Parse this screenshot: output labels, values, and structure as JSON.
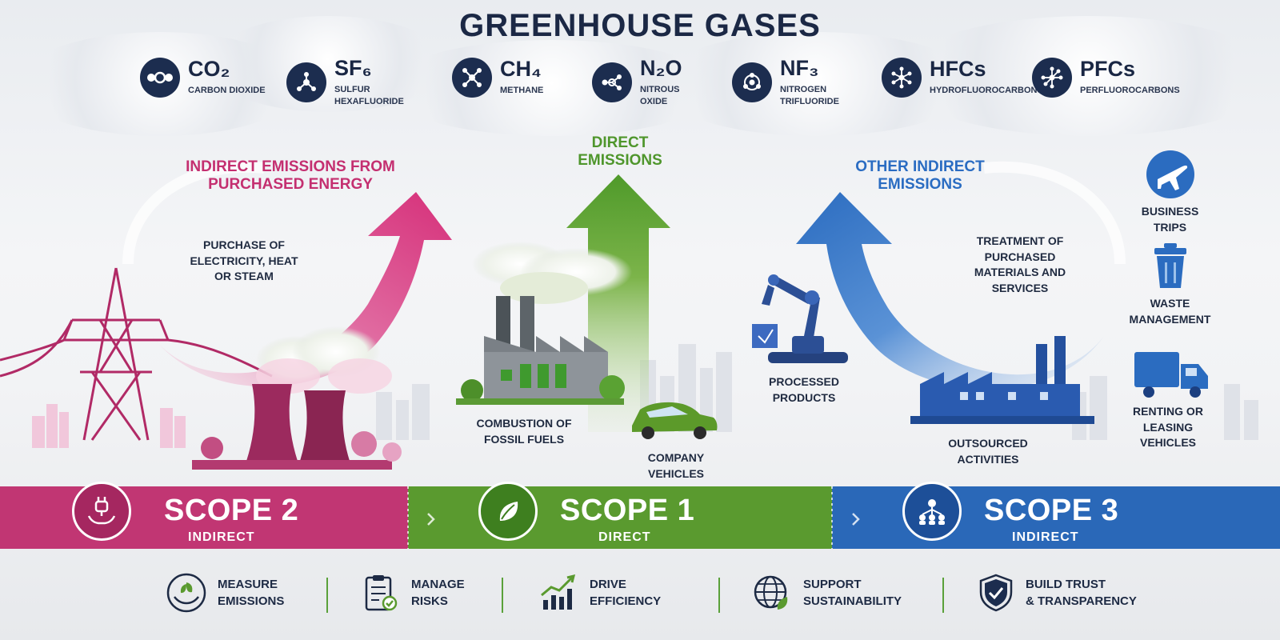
{
  "title": "GREENHOUSE GASES",
  "gases": [
    {
      "formula": "CO₂",
      "name": "CARBON DIOXIDE",
      "icon": "molecule-icon"
    },
    {
      "formula": "SF₆",
      "name": "SULFUR HEXAFLUORIDE",
      "icon": "molecule-icon"
    },
    {
      "formula": "CH₄",
      "name": "METHANE",
      "icon": "molecule-icon"
    },
    {
      "formula": "N₂O",
      "name": "NITROUS OXIDE",
      "icon": "molecule-icon"
    },
    {
      "formula": "NF₃",
      "name": "NITROGEN TRIFLUORIDE",
      "icon": "molecule-icon"
    },
    {
      "formula": "HFCs",
      "name": "HYDROFLUOROCARBONS",
      "icon": "molecule-icon"
    },
    {
      "formula": "PFCs",
      "name": "PERFLUOROCARBONS",
      "icon": "molecule-icon"
    }
  ],
  "scope2": {
    "heading": "INDIRECT EMISSIONS FROM PURCHASED ENERGY",
    "source": "PURCHASE OF ELECTRICITY, HEAT OR STEAM",
    "title": "SCOPE 2",
    "subtitle": "INDIRECT",
    "color": "#c0336f"
  },
  "scope1": {
    "heading": "DIRECT EMISSIONS",
    "source_a": "COMBUSTION OF FOSSIL FUELS",
    "source_b": "COMPANY VEHICLES",
    "title": "SCOPE 1",
    "subtitle": "DIRECT",
    "color": "#5a9a2f"
  },
  "scope3": {
    "heading": "OTHER INDIRECT EMISSIONS",
    "source_a": "TREATMENT OF PURCHASED MATERIALS AND SERVICES",
    "source_b": "PROCESSED PRODUCTS",
    "source_c": "OUTSOURCED ACTIVITIES",
    "title": "SCOPE 3",
    "subtitle": "INDIRECT",
    "color": "#2a68b8",
    "side_items": [
      "BUSINESS TRIPS",
      "WASTE MANAGEMENT",
      "RENTING OR LEASING VEHICLES"
    ]
  },
  "benefits": [
    {
      "line1": "MEASURE",
      "line2": "EMISSIONS",
      "icon": "hands-leaf-icon"
    },
    {
      "line1": "MANAGE",
      "line2": "RISKS",
      "icon": "clipboard-check-icon"
    },
    {
      "line1": "DRIVE",
      "line2": "EFFICIENCY",
      "icon": "growth-chart-icon"
    },
    {
      "line1": "SUPPORT",
      "line2": "SUSTAINABILITY",
      "icon": "globe-leaf-icon"
    },
    {
      "line1": "BUILD TRUST",
      "line2": "& TRANSPARENCY",
      "icon": "shield-check-icon"
    }
  ]
}
